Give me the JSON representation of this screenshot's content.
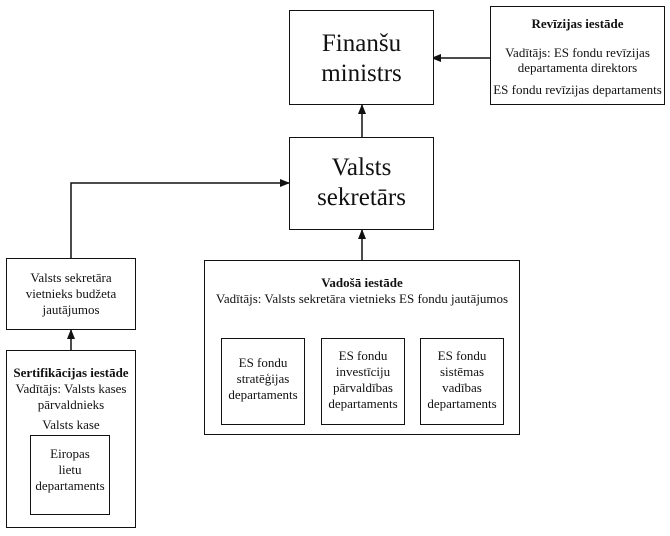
{
  "diagram": {
    "finance_minister": [
      "Finanšu",
      "ministrs"
    ],
    "state_secretary": [
      "Valsts",
      "sekretārs"
    ],
    "audit": {
      "title": "Revīzijas iestāde",
      "head": [
        "Vadītājs: ES fondu revīzijas",
        "departamenta direktors"
      ],
      "department": "ES fondu revīzijas departaments"
    },
    "deputy_budget": [
      "Valsts sekretāra",
      "vietnieks budžeta",
      "jautājumos"
    ],
    "managing": {
      "title": "Vadošā iestāde",
      "head": "Vadītājs: Valsts sekretāra vietnieks ES fondu jautājumos",
      "departments": [
        [
          "ES fondu",
          "stratēģijas",
          "departaments"
        ],
        [
          "ES fondu",
          "investīciju",
          "pārvaldības",
          "departaments"
        ],
        [
          "ES fondu",
          "sistēmas",
          "vadības",
          "departaments"
        ]
      ]
    },
    "certification": {
      "title": "Sertifikācijas iestāde",
      "head": [
        "Vadītājs: Valsts kases",
        "pārvaldnieks"
      ],
      "org": "Valsts kase",
      "department": [
        "Eiropas",
        "lietu",
        "departaments"
      ]
    }
  }
}
